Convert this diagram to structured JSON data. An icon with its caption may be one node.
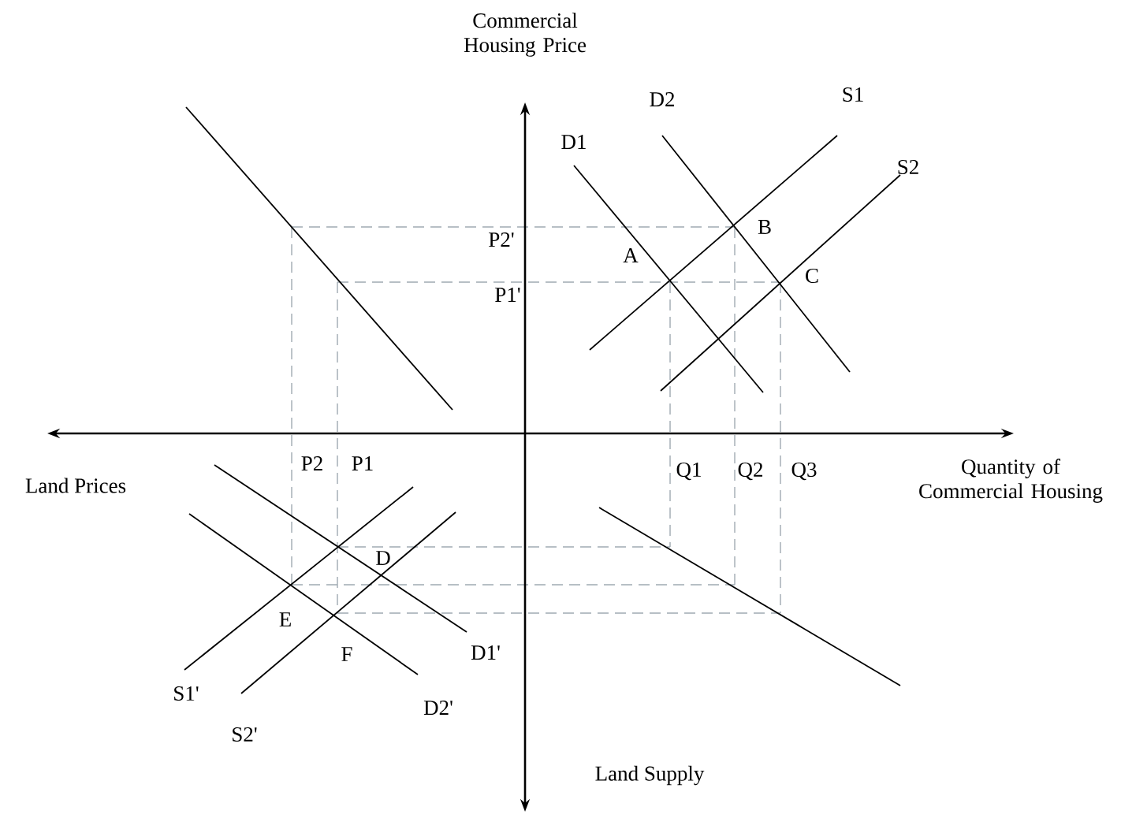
{
  "diagram": {
    "labels": [
      "Commercial Housing Price",
      "D2",
      "S1",
      "D1",
      "S2",
      "B",
      "P2'",
      "A",
      "P1'",
      "C",
      "P2",
      "P1",
      "Q1",
      "Q2",
      "Q3",
      "Land Prices",
      "Quantity of Commercial Housing",
      "D",
      "E",
      "F",
      "D1'",
      "S1'",
      "D2'",
      "S2'",
      "Land Supply"
    ]
  }
}
